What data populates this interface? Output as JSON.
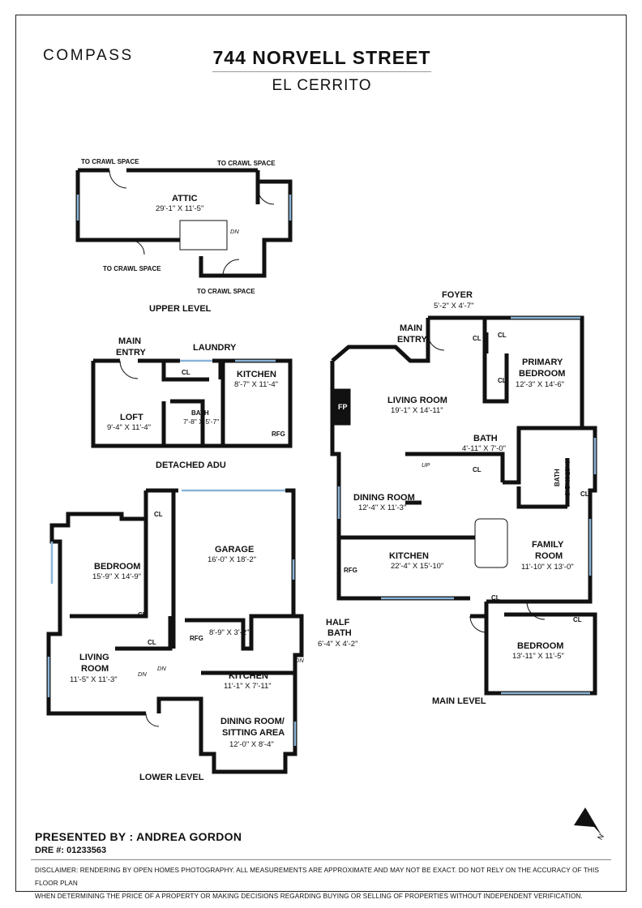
{
  "brand": "COMPASS",
  "address": "744 NORVELL STREET",
  "city": "EL CERRITO",
  "levels": {
    "upper": "UPPER LEVEL",
    "adu": "DETACHED ADU",
    "main": "MAIN LEVEL",
    "lower": "LOWER LEVEL"
  },
  "upper_level": {
    "attic": {
      "name": "ATTIC",
      "dims": "29'-1\" X 11'-5\""
    },
    "crawl_1": "TO CRAWL SPACE",
    "crawl_2": "TO CRAWL SPACE",
    "crawl_3": "TO CRAWL SPACE",
    "crawl_4": "TO CRAWL SPACE",
    "dn": "DN"
  },
  "adu": {
    "main_entry_1": "MAIN",
    "main_entry_2": "ENTRY",
    "laundry": "LAUNDRY",
    "cl": "CL",
    "loft": {
      "name": "LOFT",
      "dims": "9'-4\" X 11'-4\""
    },
    "bath": {
      "name": "BATH",
      "dims": "7'-8\" X 5'-7\""
    },
    "kitchen": {
      "name": "KITCHEN",
      "dims": "8'-7\" X 11'-4\""
    },
    "rfg": "RFG"
  },
  "main_level": {
    "foyer": {
      "name": "FOYER",
      "dims": "5'-2\" X 4'-7\""
    },
    "main_entry_1": "MAIN",
    "main_entry_2": "ENTRY",
    "cl": "CL",
    "primary_bedroom_1": "PRIMARY",
    "primary_bedroom_2": "BEDROOM",
    "primary_bedroom_dims": "12'-3\" X 14'-6\"",
    "living_room": {
      "name": "LIVING ROOM",
      "dims": "19'-1\" X 14'-11\""
    },
    "fp": "FP",
    "bath": {
      "name": "BATH",
      "dims": "4'-11\" X 7'-0\""
    },
    "bath2": {
      "name": "BATH",
      "dims": "6'-5\" X 10'-4\""
    },
    "up": "UP",
    "dining_room": {
      "name": "DINING ROOM",
      "dims": "12'-4\" X 11'-3\""
    },
    "kitchen": {
      "name": "KITCHEN",
      "dims": "22'-4\" X 15'-10\""
    },
    "rfg": "RFG",
    "family_room_1": "FAMILY",
    "family_room_2": "ROOM",
    "family_room_dims": "11'-10\" X 13'-0\"",
    "bedroom": {
      "name": "BEDROOM",
      "dims": "13'-11\" X 11'-5\""
    }
  },
  "lower_level": {
    "bedroom": {
      "name": "BEDROOM",
      "dims": "15'-9\" X 14'-9\""
    },
    "garage": {
      "name": "GARAGE",
      "dims": "16'-0\" X 18'-2\""
    },
    "cl": "CL",
    "living_room_1": "LIVING",
    "living_room_2": "ROOM",
    "living_room_dims": "11'-5\" X 11'-3\"",
    "dn": "DN",
    "rfg": "RFG",
    "rfg_dims": "8'-9\" X 3'-2\"",
    "half_bath_1": "HALF",
    "half_bath_2": "BATH",
    "half_bath_dims": "6'-4\" X 4'-2\"",
    "kitchen": {
      "name": "KITCHEN",
      "dims": "11'-1\" X 7'-11\""
    },
    "dining_1": "DINING ROOM/",
    "dining_2": "SITTING AREA",
    "dining_dims": "12'-0\" X 8'-4\""
  },
  "compass_rose": "N",
  "presented_by": "PRESENTED BY : ANDREA GORDON",
  "dre": "DRE #: 01233563",
  "disclaimer_1": "DISCLAIMER: RENDERING BY OPEN HOMES PHOTOGRAPHY. ALL MEASUREMENTS ARE APPROXIMATE AND MAY NOT BE EXACT. DO NOT RELY ON THE ACCURACY OF THIS FLOOR PLAN",
  "disclaimer_2": "WHEN DETERMINING THE PRICE OF A PROPERTY OR MAKING DECISIONS REGARDING BUYING OR SELLING OF PROPERTIES WITHOUT INDEPENDENT VERIFICATION."
}
